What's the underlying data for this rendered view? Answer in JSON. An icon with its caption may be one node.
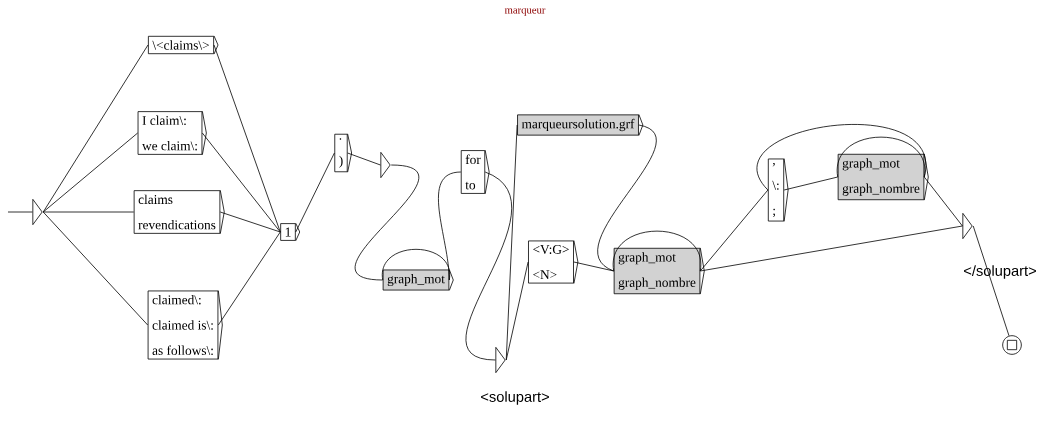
{
  "diagram": {
    "title": "marqueur",
    "nodes": [
      {
        "text": [],
        "shape": "triangle"
      },
      {
        "text": [
          "\\<claims\\>"
        ]
      },
      {
        "text": [
          "I claim\\:",
          "we claim\\:"
        ]
      },
      {
        "text": [
          "claims",
          "revendications"
        ]
      },
      {
        "text": [
          "claimed\\:",
          "claimed is\\:",
          "as follows\\:"
        ]
      },
      {
        "text": [
          "1"
        ]
      },
      {
        "text": [
          ".",
          ")"
        ]
      },
      {
        "text": [],
        "shape": "triangle"
      },
      {
        "text": [
          "graph_mot"
        ]
      },
      {
        "text": [
          "for",
          "to"
        ]
      },
      {
        "text": [
          "marqueursolution.grf"
        ]
      },
      {
        "text": [],
        "shape": "triangle",
        "beside": [
          "<solupart>"
        ]
      },
      {
        "text": [
          "<V:G>",
          "<N>"
        ]
      },
      {
        "text": [
          "graph_mot",
          "graph_nombre"
        ]
      },
      {
        "text": [
          ",",
          "\\:",
          ";"
        ]
      },
      {
        "text": [
          "graph_mot",
          "graph_nombre"
        ]
      },
      {
        "text": [],
        "shape": "triangle",
        "beside": [
          "</solupart>"
        ]
      },
      {
        "text": [],
        "shape": "circle"
      }
    ],
    "edges": [
      {
        "from": 0,
        "to": 1,
        "arrow": "none"
      },
      {
        "from": 0,
        "to": 2,
        "arrow": "none"
      },
      {
        "from": 0,
        "to": 3,
        "arrow": "none"
      },
      {
        "from": 0,
        "to": 4,
        "arrow": "none"
      },
      {
        "from": 1,
        "to": 5,
        "arrow": "none"
      },
      {
        "from": 2,
        "to": 5,
        "arrow": "none"
      },
      {
        "from": 3,
        "to": 5,
        "arrow": "none"
      },
      {
        "from": 4,
        "to": 5,
        "arrow": "none"
      },
      {
        "from": 5,
        "to": 6,
        "arrow": "none"
      },
      {
        "from": 6,
        "to": 7,
        "arrow": "none"
      },
      {
        "from": 7,
        "to": 8,
        "arrow": "none"
      },
      {
        "from": 8,
        "to": 8,
        "arrow": "none"
      },
      {
        "from": 8,
        "to": 9,
        "arrow": "none"
      },
      {
        "from": 9,
        "to": 11,
        "arrow": "none"
      },
      {
        "from": 11,
        "to": 10,
        "arrow": "none"
      },
      {
        "from": 11,
        "to": 12,
        "arrow": "none"
      },
      {
        "from": 10,
        "to": 13,
        "arrow": "none"
      },
      {
        "from": 12,
        "to": 13,
        "arrow": "none"
      },
      {
        "from": 13,
        "to": 13,
        "arrow": "none"
      },
      {
        "from": 13,
        "to": 14,
        "arrow": "none"
      },
      {
        "from": 13,
        "to": 16,
        "arrow": "none"
      },
      {
        "from": 14,
        "to": 15,
        "arrow": "none"
      },
      {
        "from": 15,
        "to": 15,
        "arrow": "none"
      },
      {
        "from": 15,
        "to": 14,
        "arrow": "none"
      },
      {
        "from": 15,
        "to": 16,
        "arrow": "none"
      },
      {
        "from": 16,
        "to": 17,
        "arrow": "none"
      }
    ]
  }
}
